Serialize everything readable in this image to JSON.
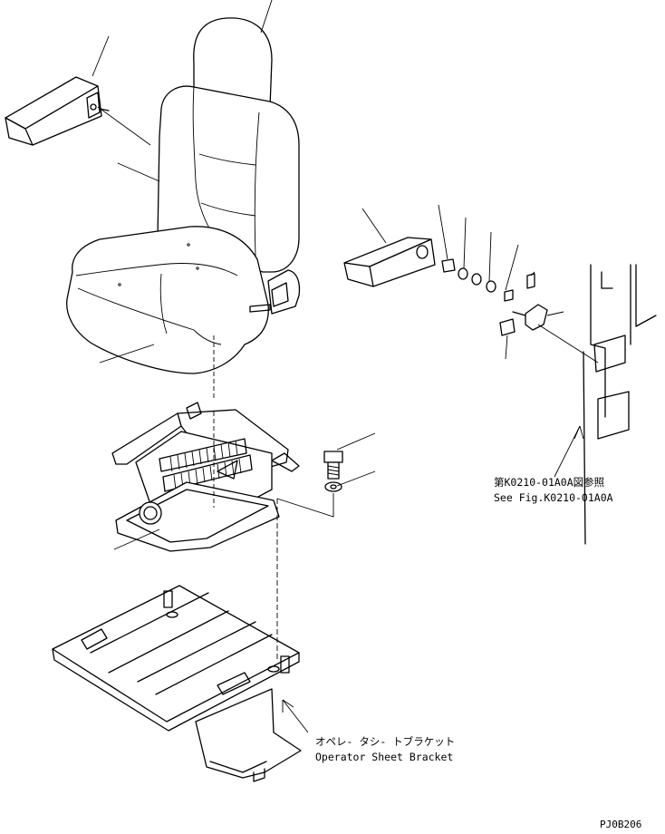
{
  "labels": {
    "ref_ja": "第K0210-01A0A図参照",
    "ref_en": "See Fig.K0210-01A0A",
    "bracket_ja": "オペレ- タシ- トブラケット",
    "bracket_en": "Operator Sheet Bracket",
    "drawing_code": "PJ0B206"
  }
}
